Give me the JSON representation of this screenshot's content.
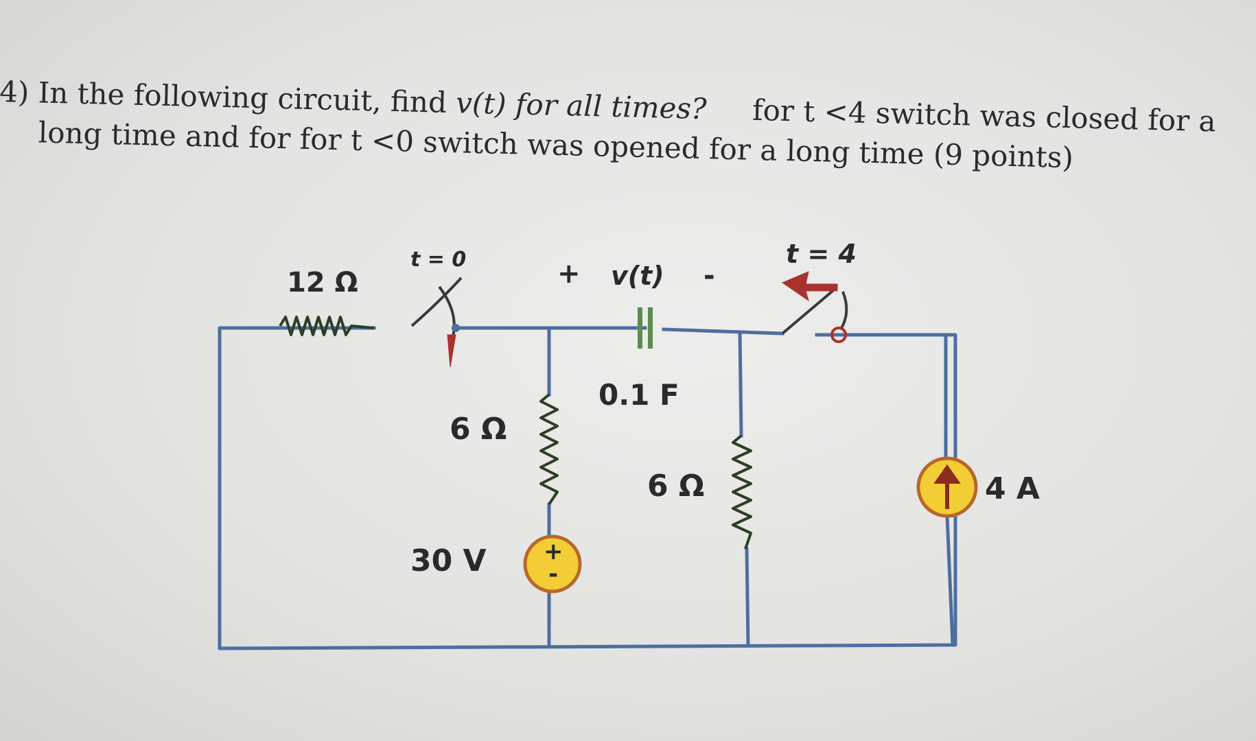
{
  "question": {
    "number": "4)",
    "line1_text": "In the following circuit, find",
    "line1_func": "v(t)",
    "line1_italic": "for all times?",
    "line1_tail": "for t <4 switch was closed for a",
    "line2": "long time  and for for t <0 switch was opened for a long time (9 points)"
  },
  "circuit": {
    "r_left_label": "12 Ω",
    "switch1_label": "t = 0",
    "vt_plus": "+",
    "vt_label": "v(t)",
    "vt_minus": "-",
    "switch2_label": "t = 4",
    "capacitor_label": "0.1 F",
    "r_mid_label": "6 Ω",
    "r_right_label": "6 Ω",
    "voltage_source_label": "30 V",
    "current_source_label": "4 A",
    "source_plus": "+",
    "source_minus": "-"
  },
  "colors": {
    "wire": "#4d6e9e",
    "source_fill": "#f3cd35",
    "source_ring": "#b8672a",
    "switch_arrow": "#a8322d"
  }
}
